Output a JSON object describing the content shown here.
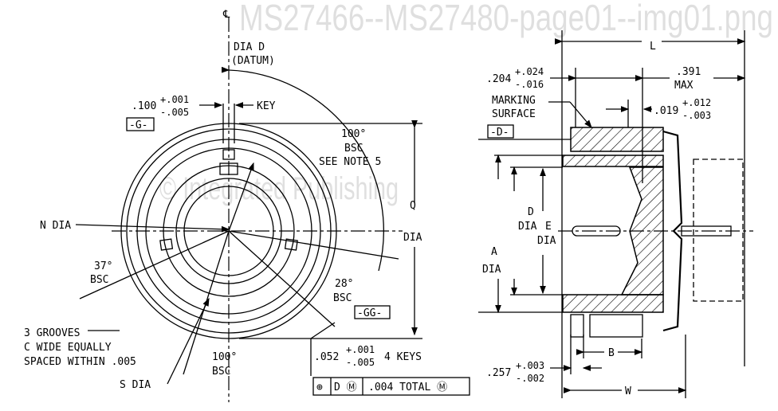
{
  "watermark": {
    "line1": "© Integrated Publishing",
    "line2": "MS27466--MS27480-page01--img01.png"
  },
  "front_view": {
    "centerline_symbol": "℄",
    "datum_label": "DIA D",
    "datum_sub": "(DATUM)",
    "key_width": ".100",
    "key_width_plus": "+.001",
    "key_width_minus": "-.005",
    "key_label": "KEY",
    "datum_g": "-G-",
    "angle_top": "100°",
    "angle_top_bsc": "BSC",
    "see_note": "SEE NOTE 5",
    "n_dia": "N DIA",
    "q_label": "Q",
    "q_dia": "DIA",
    "angle_left": "37°",
    "angle_left_bsc": "BSC",
    "angle_right": "28°",
    "angle_right_bsc": "BSC",
    "datum_gg": "-GG-",
    "grooves_line1": "3 GROOVES",
    "grooves_line2": "C WIDE EQUALLY",
    "grooves_line3": "SPACED WITHIN .005",
    "angle_bottom": "100°",
    "angle_bottom_bsc": "BSC",
    "s_dia": "S DIA",
    "keys_width": ".052",
    "keys_plus": "+.001",
    "keys_minus": "-.005",
    "keys_label": "4 KEYS",
    "fcf": {
      "symbol": "⊕",
      "datum": "D Ⓜ",
      "tolerance": ".004 TOTAL  Ⓜ"
    }
  },
  "side_view": {
    "l_label": "L",
    "dim_204": ".204",
    "dim_204_plus": "+.024",
    "dim_204_minus": "-.016",
    "dim_391": ".391",
    "dim_391_sub": "MAX",
    "marking_line1": "MARKING",
    "marking_line2": "SURFACE",
    "dim_019": ".019",
    "dim_019_plus": "+.012",
    "dim_019_minus": "-.003",
    "datum_d": "-D-",
    "d_label": "D",
    "d_dia": "DIA",
    "e_label": "E",
    "e_dia": "DIA",
    "a_label": "A",
    "a_dia": "DIA",
    "b_label": "B",
    "dim_257": ".257",
    "dim_257_plus": "+.003",
    "dim_257_minus": "-.002",
    "w_label": "W"
  }
}
